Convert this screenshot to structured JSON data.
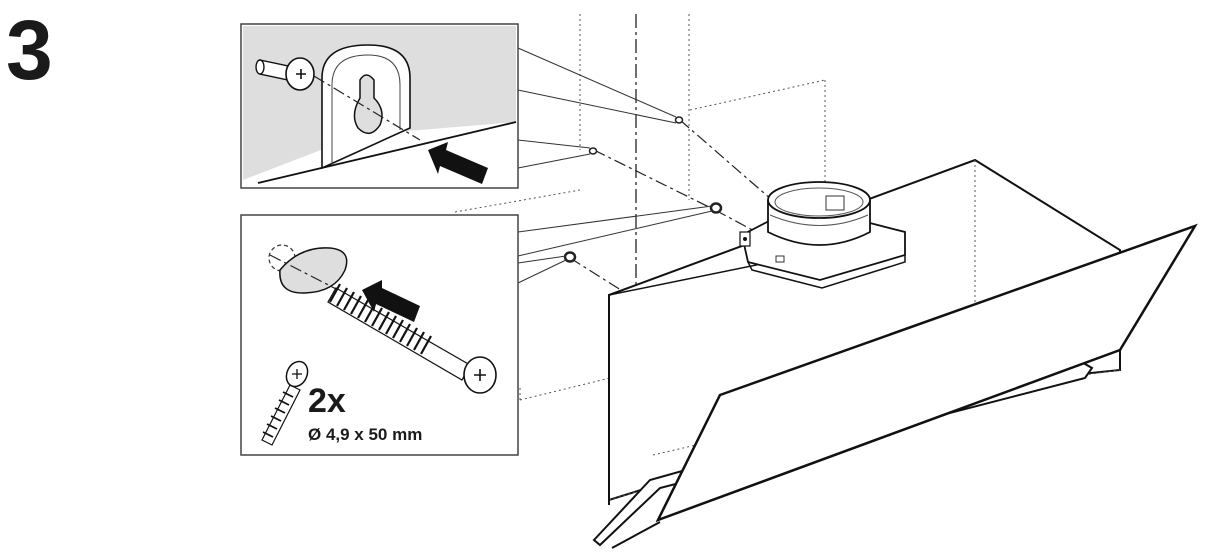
{
  "step": {
    "number": "3"
  },
  "screw_callout": {
    "quantity": "2x",
    "spec": "Ø 4,9 x 50 mm"
  }
}
